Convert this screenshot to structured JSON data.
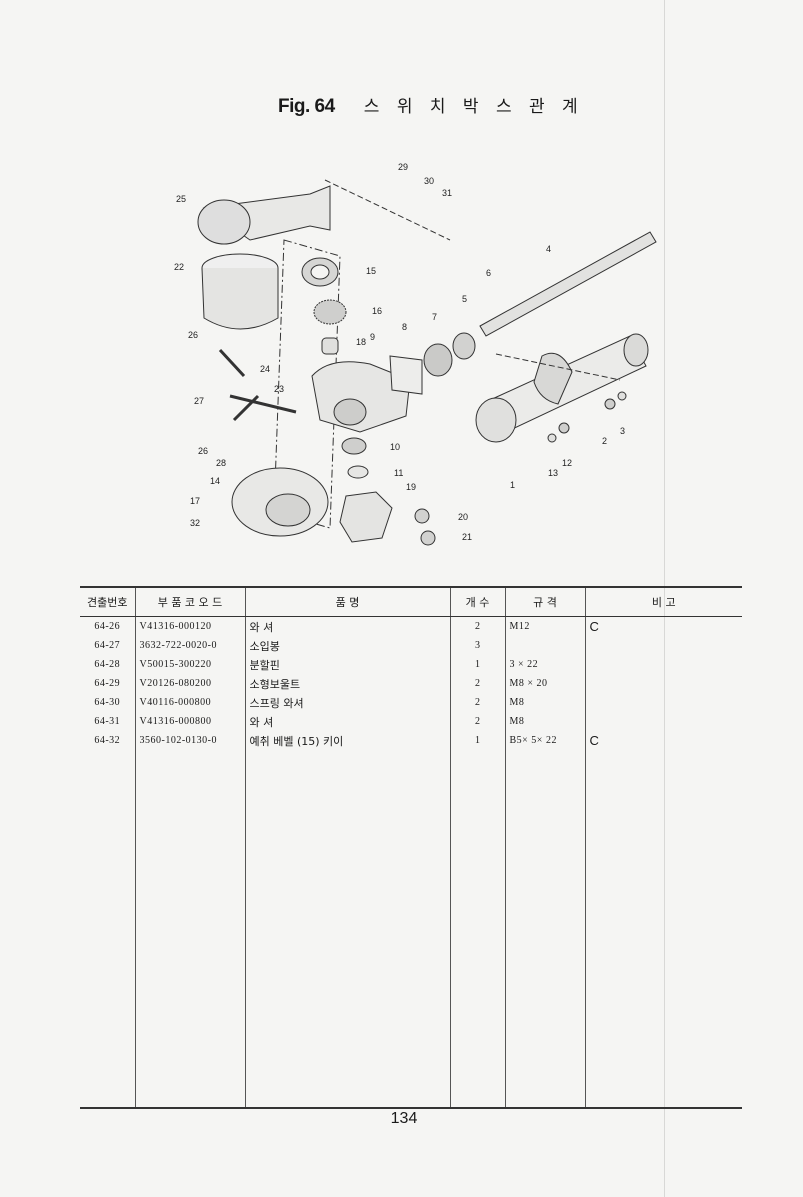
{
  "header": {
    "fig": "Fig. 64",
    "title": "스 위 치 박 스 관 계"
  },
  "diagram": {
    "callouts": [
      "25",
      "29",
      "30",
      "31",
      "22",
      "15",
      "16",
      "4",
      "6",
      "5",
      "26",
      "9",
      "8",
      "7",
      "18",
      "24",
      "23",
      "27",
      "26",
      "28",
      "10",
      "11",
      "14",
      "19",
      "17",
      "32",
      "20",
      "21",
      "2",
      "3",
      "12",
      "13",
      "1"
    ]
  },
  "table": {
    "headers": [
      "견출번호",
      "부 품 코 오 드",
      "품 명",
      "개 수",
      "규 격",
      "비 고"
    ],
    "rows": [
      {
        "no": "64-26",
        "code": "V41316-000120",
        "name": "와 셔",
        "qty": "2",
        "spec": "M12",
        "remark": "C"
      },
      {
        "no": "64-27",
        "code": "3632-722-0020-0",
        "name": "소입봉",
        "qty": "3",
        "spec": "",
        "remark": ""
      },
      {
        "no": "64-28",
        "code": "V50015-300220",
        "name": "분할핀",
        "qty": "1",
        "spec": "3 × 22",
        "remark": ""
      },
      {
        "no": "64-29",
        "code": "V20126-080200",
        "name": "소형보울트",
        "qty": "2",
        "spec": "M8 × 20",
        "remark": ""
      },
      {
        "no": "64-30",
        "code": "V40116-000800",
        "name": "스프링 와셔",
        "qty": "2",
        "spec": "M8",
        "remark": ""
      },
      {
        "no": "64-31",
        "code": "V41316-000800",
        "name": "와 셔",
        "qty": "2",
        "spec": "M8",
        "remark": ""
      },
      {
        "no": "64-32",
        "code": "3560-102-0130-0",
        "name": "예취 베벨 (15) 키이",
        "qty": "1",
        "spec": "B5× 5× 22",
        "remark": "C"
      }
    ]
  },
  "footer": {
    "page_number": "134"
  }
}
